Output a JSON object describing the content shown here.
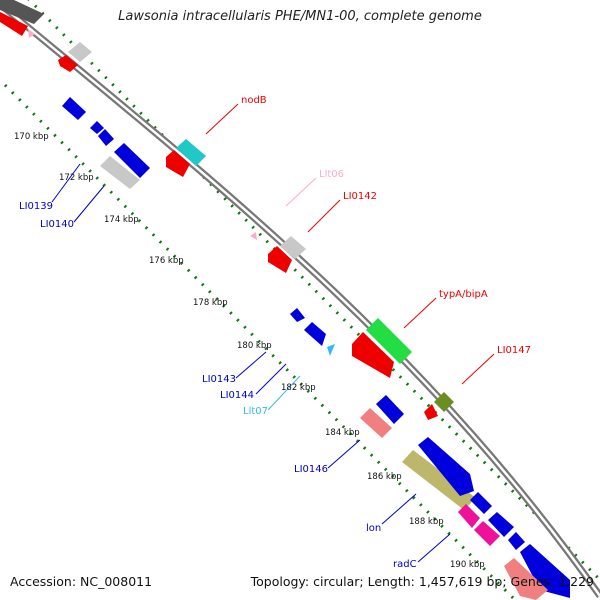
{
  "title": "Lawsonia intracellularis PHE/MN1-00, complete genome",
  "footer": {
    "accession": "Accession: NC_008011",
    "summary": "Topology: circular; Length: 1,457,619 bp; Genes: 1,229"
  },
  "scale_labels": [
    "170 kbp",
    "172 kbp",
    "174 kbp",
    "176 kbp",
    "178 kbp",
    "180 kbp",
    "182 kbp",
    "184 kbp",
    "186 kbp",
    "188 kbp",
    "190 kbp"
  ],
  "gene_labels": {
    "nodB": "nodB",
    "llt06": "Llt06",
    "li0142": "LI0142",
    "typa": "typA/bipA",
    "li0147": "LI0147",
    "li0139": "LI0139",
    "li0140": "LI0140",
    "li0143": "LI0143",
    "li0144": "LI0144",
    "llt07": "Llt07",
    "li0146": "LI0146",
    "lon": "lon",
    "radc": "radC"
  },
  "colors": {
    "red": "#ff0000",
    "blue": "#0000dd",
    "gray": "#c8c8c8",
    "cyan": "#20c8c8",
    "pink": "#ffaacc",
    "lightblue": "#33bbee",
    "green": "#22dd44",
    "olive": "#6b8e23",
    "salmon": "#f08080",
    "khaki": "#bdb76b",
    "magenta": "#ee1199",
    "darkgray": "#666666",
    "backbone": "#888888"
  }
}
